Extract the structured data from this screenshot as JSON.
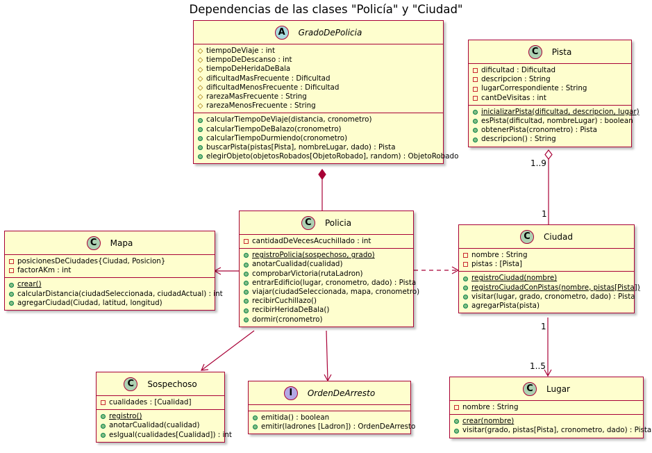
{
  "title": "Dependencias de las clases \"Policía\" y \"Ciudad\"",
  "colors": {
    "class_fill": "#FEFECE",
    "border": "#A80036",
    "class_circle": "#ADD1B2",
    "abstract_circle": "#A9DCDF",
    "interface_circle": "#B4A7E5"
  },
  "classes": {
    "grado": {
      "kind": "abstract",
      "stereo_letter": "A",
      "name": "GradoDePolicia",
      "fields": [
        {
          "vis": "prot",
          "text": "tiempoDeViaje : int"
        },
        {
          "vis": "prot",
          "text": "tiempoDeDescanso : int"
        },
        {
          "vis": "prot",
          "text": "tiempoDeHeridaDeBala"
        },
        {
          "vis": "prot",
          "text": "dificultadMasFrecuente : Dificultad"
        },
        {
          "vis": "prot",
          "text": "dificultadMenosFrecuente : Dificultad"
        },
        {
          "vis": "prot",
          "text": "rarezaMasFrecuente : String"
        },
        {
          "vis": "prot",
          "text": "rarezaMenosFrecuente : String"
        }
      ],
      "methods": [
        {
          "vis": "pub",
          "text": "calcularTiempoDeViaje(distancia, cronometro)"
        },
        {
          "vis": "pub",
          "text": "calcularTiempoDeBalazo(cronometro)"
        },
        {
          "vis": "pub",
          "text": "calcularTiempoDurmiendo(cronometro)"
        },
        {
          "vis": "pub",
          "text": "buscarPista(pistas[Pista], nombreLugar, dado) : Pista"
        },
        {
          "vis": "pub",
          "text": "elegirObjeto(objetosRobados[ObjetoRobado], random) : ObjetoRobado"
        }
      ]
    },
    "pista": {
      "kind": "class",
      "stereo_letter": "C",
      "name": "Pista",
      "fields": [
        {
          "vis": "priv",
          "text": "dificultad : Dificultad"
        },
        {
          "vis": "priv",
          "text": "descripcion : String"
        },
        {
          "vis": "priv",
          "text": "lugarCorrespondiente : String"
        },
        {
          "vis": "priv",
          "text": "cantDeVisitas : int"
        }
      ],
      "methods": [
        {
          "vis": "pub",
          "text": "inicializarPista(dificultad, descripcion, lugar)",
          "static": true
        },
        {
          "vis": "pub",
          "text": "esPista(dificultad, nombreLugar) : boolean"
        },
        {
          "vis": "pub",
          "text": "obtenerPista(cronometro) : Pista"
        },
        {
          "vis": "pub",
          "text": "descripcion() : String"
        }
      ]
    },
    "policia": {
      "kind": "class",
      "stereo_letter": "C",
      "name": "Policia",
      "fields": [
        {
          "vis": "priv",
          "text": "cantidadDeVecesAcuchillado : int"
        }
      ],
      "methods": [
        {
          "vis": "pub",
          "text": "registroPolicia(sospechoso, grado)",
          "static": true
        },
        {
          "vis": "pub",
          "text": "anotarCualidad(cualidad)"
        },
        {
          "vis": "pub",
          "text": "comprobarVictoria(rutaLadron)"
        },
        {
          "vis": "pub",
          "text": "entrarEdificio(lugar, cronometro, dado) : Pista"
        },
        {
          "vis": "pub",
          "text": "viajar(ciudadSeleccionada, mapa, cronometro)"
        },
        {
          "vis": "pub",
          "text": "recibirCuchillazo()"
        },
        {
          "vis": "pub",
          "text": "recibirHeridaDeBala()"
        },
        {
          "vis": "pub",
          "text": "dormir(cronometro)"
        }
      ]
    },
    "mapa": {
      "kind": "class",
      "stereo_letter": "C",
      "name": "Mapa",
      "fields": [
        {
          "vis": "priv",
          "text": "posicionesDeCiudades{Ciudad, Posicion}"
        },
        {
          "vis": "priv",
          "text": "factorAKm : int"
        }
      ],
      "methods": [
        {
          "vis": "pub",
          "text": "crear()",
          "static": true
        },
        {
          "vis": "pub",
          "text": "calcularDistancia(ciudadSeleccionada, ciudadActual) : int"
        },
        {
          "vis": "pub",
          "text": "agregarCiudad(Ciudad, latitud, longitud)"
        }
      ]
    },
    "ciudad": {
      "kind": "class",
      "stereo_letter": "C",
      "name": "Ciudad",
      "fields": [
        {
          "vis": "priv",
          "text": "nombre : String"
        },
        {
          "vis": "priv",
          "text": "pistas : [Pista]"
        }
      ],
      "methods": [
        {
          "vis": "pub",
          "text": "registroCiudad(nombre)",
          "static": true
        },
        {
          "vis": "pub",
          "text": "registroCiudadConPistas(nombre, pistas[Pista])",
          "static": true
        },
        {
          "vis": "pub",
          "text": "visitar(lugar, grado, cronometro, dado) : Pista"
        },
        {
          "vis": "pub",
          "text": "agregarPista(pista)"
        }
      ]
    },
    "sospechoso": {
      "kind": "class",
      "stereo_letter": "C",
      "name": "Sospechoso",
      "fields": [
        {
          "vis": "priv",
          "text": "cualidades : [Cualidad]"
        }
      ],
      "methods": [
        {
          "vis": "pub",
          "text": "registro()",
          "static": true
        },
        {
          "vis": "pub",
          "text": "anotarCualidad(cualidad)"
        },
        {
          "vis": "pub",
          "text": "esIgual(cualidades[Cualidad]) : int"
        }
      ]
    },
    "orden": {
      "kind": "interface",
      "stereo_letter": "I",
      "name": "OrdenDeArresto",
      "fields": [],
      "methods": [
        {
          "vis": "pub",
          "text": "emitida() : boolean"
        },
        {
          "vis": "pub",
          "text": "emitir(ladrones [Ladron]) : OrdenDeArresto"
        }
      ]
    },
    "lugar": {
      "kind": "class",
      "stereo_letter": "C",
      "name": "Lugar",
      "fields": [
        {
          "vis": "priv",
          "text": "nombre : String"
        }
      ],
      "methods": [
        {
          "vis": "pub",
          "text": "crear(nombre)",
          "static": true
        },
        {
          "vis": "pub",
          "text": "visitar(grado, pistas[Pista], cronometro, dado) : Pista"
        }
      ]
    }
  },
  "relations": [
    {
      "from": "grado",
      "to": "policia",
      "type": "composition"
    },
    {
      "from": "policia",
      "to": "mapa",
      "type": "association"
    },
    {
      "from": "policia",
      "to": "ciudad",
      "type": "dependency"
    },
    {
      "from": "pista",
      "to": "ciudad",
      "type": "aggregation",
      "label_pista": "1..9",
      "label_ciudad": "1"
    },
    {
      "from": "ciudad",
      "to": "lugar",
      "type": "association",
      "label_ciudad": "1",
      "label_lugar": "1..5"
    },
    {
      "from": "policia",
      "to": "sospechoso",
      "type": "association"
    },
    {
      "from": "policia",
      "to": "orden",
      "type": "association"
    }
  ],
  "multiplicities": {
    "pista_ciudad_top": "1..9",
    "pista_ciudad_bottom": "1",
    "ciudad_lugar_top": "1",
    "ciudad_lugar_bottom": "1..5"
  }
}
